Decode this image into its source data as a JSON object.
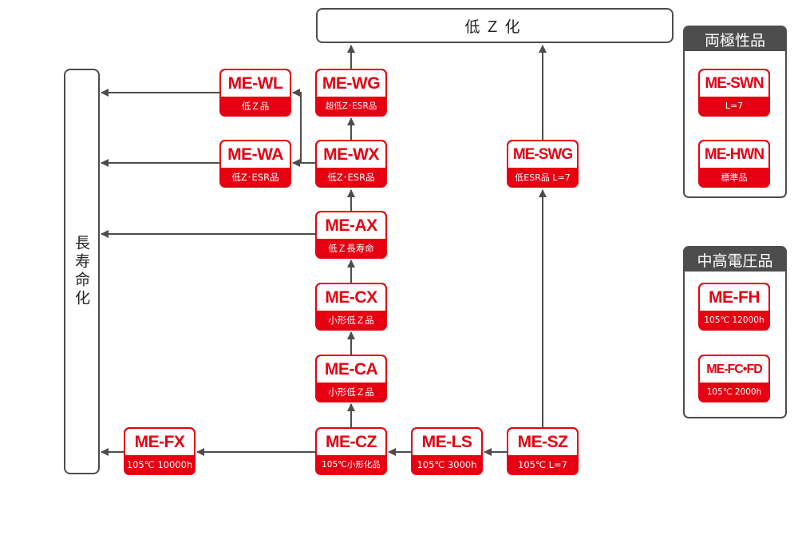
{
  "targets": {
    "low_impedance": "低Ｚ化",
    "long_life": "長寿命化"
  },
  "series": {
    "me_wl": {
      "name": "ME-WL",
      "sub": "低Ｚ品"
    },
    "me_wg": {
      "name": "ME-WG",
      "sub": "超低Z･ESR品"
    },
    "me_wa": {
      "name": "ME-WA",
      "sub": "低Z･ESR品"
    },
    "me_wx": {
      "name": "ME-WX",
      "sub": "低Z･ESR品"
    },
    "me_ax": {
      "name": "ME-AX",
      "sub": "低Ｚ長寿命"
    },
    "me_cx": {
      "name": "ME-CX",
      "sub": "小形低Ｚ品"
    },
    "me_ca": {
      "name": "ME-CA",
      "sub": "小形低Ｚ品"
    },
    "me_cz": {
      "name": "ME-CZ",
      "sub": "105℃小形化品"
    },
    "me_fx": {
      "name": "ME-FX",
      "sub": "105℃ 10000h"
    },
    "me_ls": {
      "name": "ME-LS",
      "sub": "105℃ 3000h"
    },
    "me_sz": {
      "name": "ME-SZ",
      "sub": "105℃ L=7"
    },
    "me_swg": {
      "name": "ME-SWG",
      "sub": "低ESR品 L=7"
    }
  },
  "legend_bipolar": {
    "title": "両極性品",
    "upper": {
      "name": "ME-SWN",
      "sub": "L=7"
    },
    "lower": {
      "name": "ME-HWN",
      "sub": "標準品"
    }
  },
  "legend_midhigh_voltage": {
    "title": "中高電圧品",
    "upper": {
      "name": "ME-FH",
      "sub": "105℃ 12000h"
    },
    "lower": {
      "name": "ME-FC•FD",
      "sub": "105℃ 2000h"
    }
  },
  "colors": {
    "brand_red": "#e60012",
    "line_gray": "#4d4d4d"
  }
}
